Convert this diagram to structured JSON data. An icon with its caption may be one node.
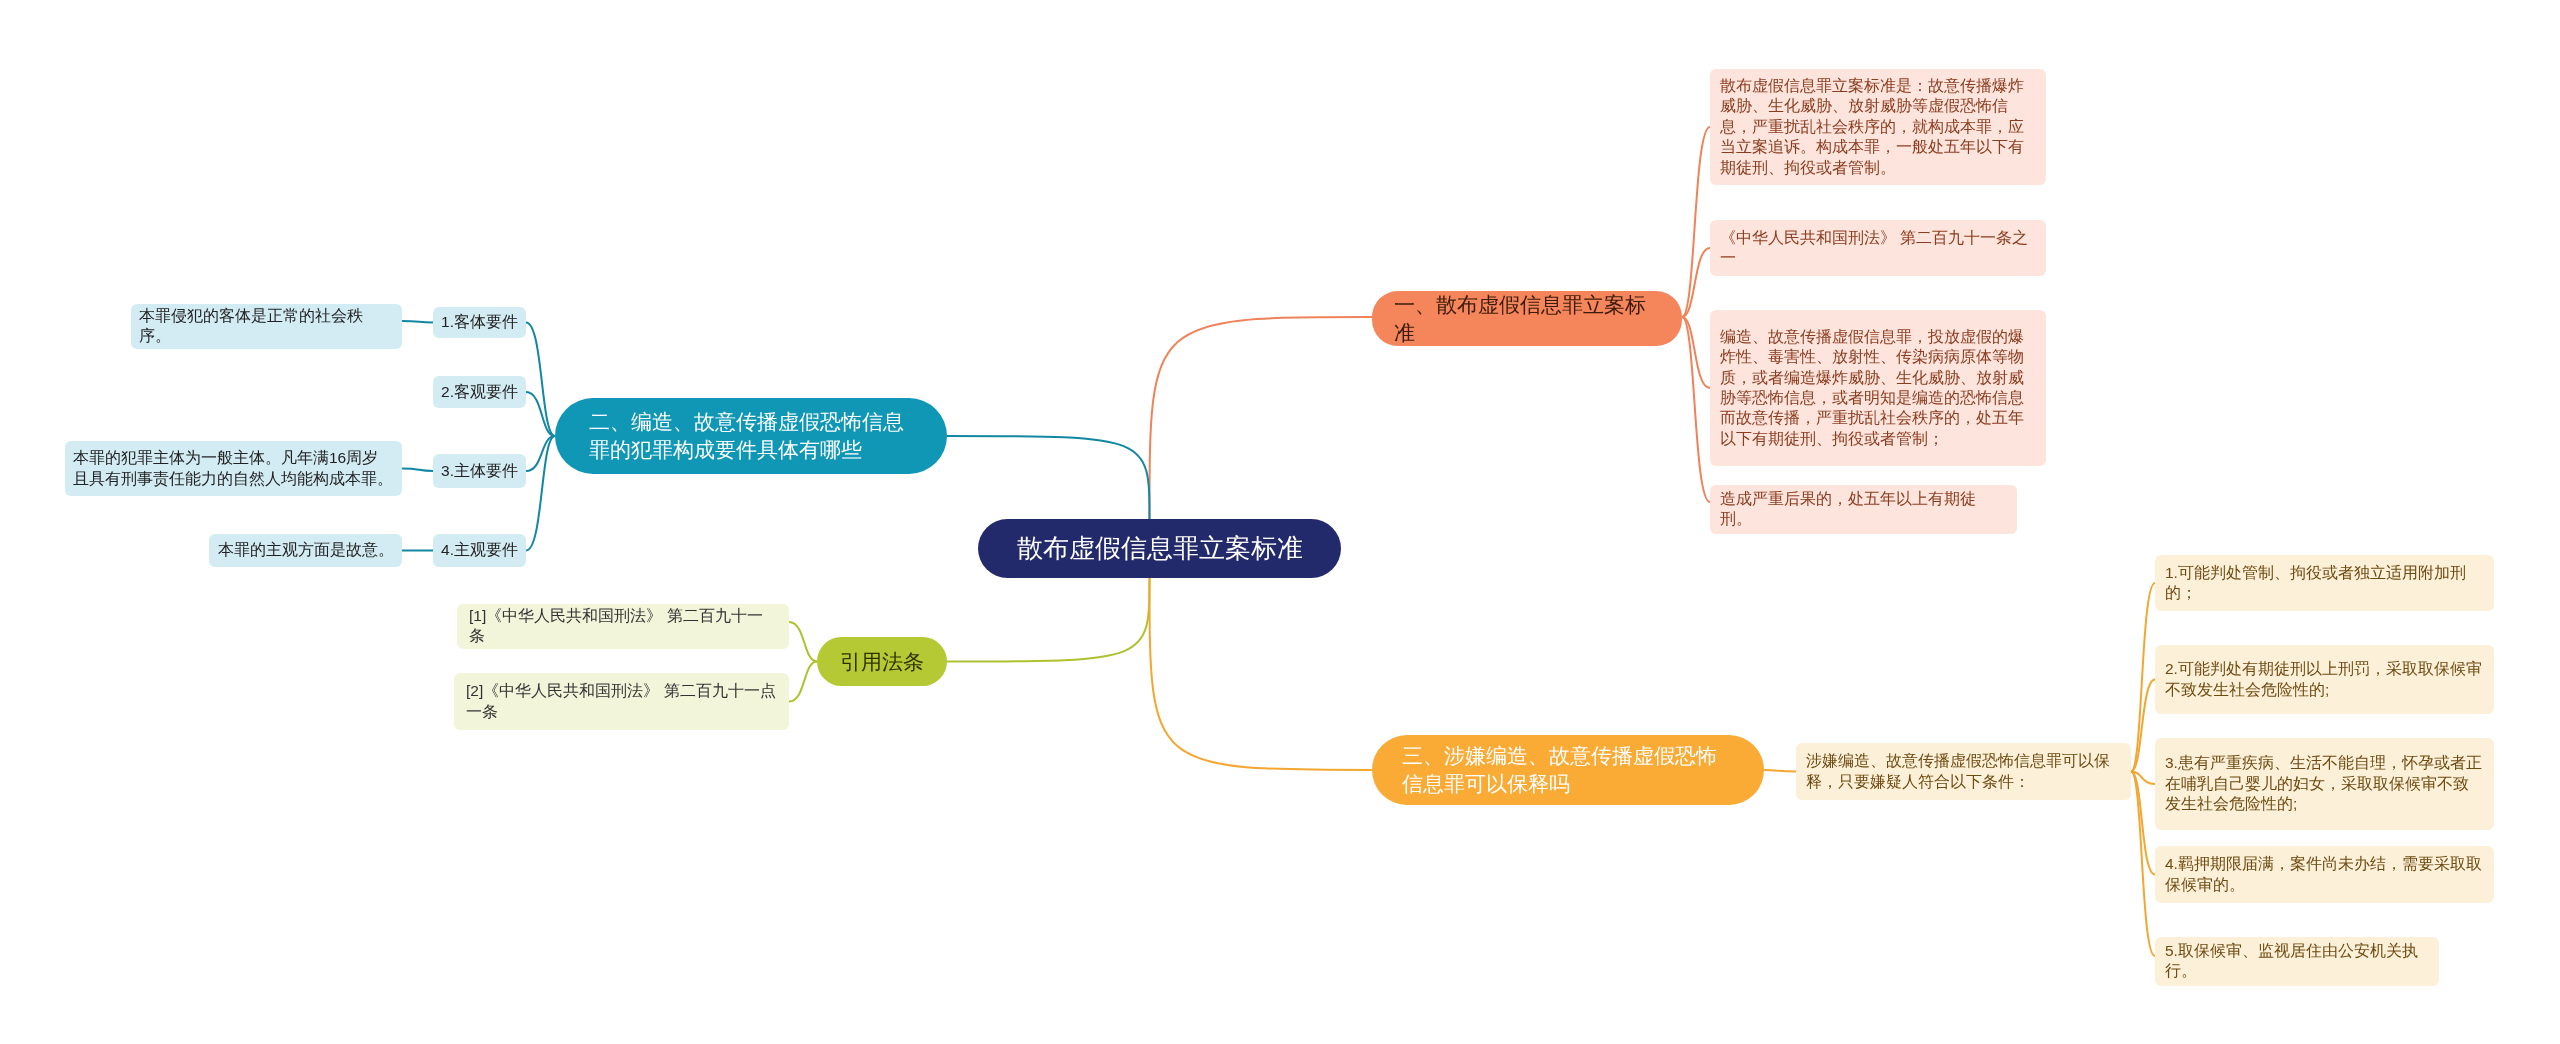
{
  "diagram": {
    "nodes": [
      {
        "text": [
          "散布虚假信息罪立案标准"
        ]
      },
      {
        "text": [
          "一、散布虚假信息罪立案标准"
        ]
      },
      {
        "text": [
          "散布虚假信息罪立案标准是：故意传播爆炸威胁、生化威胁、放射威胁等虚假恐怖信息，严重扰乱社会秩序的，就构成本罪，应当立案追诉。构成本罪，一般处五年以下有期徒刑、拘役或者管制。"
        ]
      },
      {
        "text": [
          "《中华人民共和国刑法》 第二百九十一条之一"
        ]
      },
      {
        "text": [
          "编造、故意传播虚假信息罪，投放虚假的爆炸性、毒害性、放射性、传染病病原体等物质，或者编造爆炸威胁、生化威胁、放射威胁等恐怖信息，或者明知是编造的恐怖信息而故意传播，严重扰乱社会秩序的，处五年以下有期徒刑、拘役或者管制；"
        ]
      },
      {
        "text": [
          "造成严重后果的，处五年以上有期徒刑。"
        ]
      },
      {
        "text": [
          "二、编造、故意传播虚假恐怖信息罪的犯罪构成要件具体有哪些"
        ]
      },
      {
        "text": [
          "1.客体要件"
        ]
      },
      {
        "text": [
          "本罪侵犯的客体是正常的社会秩序。"
        ]
      },
      {
        "text": [
          "2.客观要件"
        ]
      },
      {
        "text": [
          "3.主体要件"
        ]
      },
      {
        "text": [
          "本罪的犯罪主体为一般主体。凡年满16周岁且具有刑事责任能力的自然人均能构成本罪。"
        ]
      },
      {
        "text": [
          "4.主观要件"
        ]
      },
      {
        "text": [
          "本罪的主观方面是故意。"
        ]
      },
      {
        "text": [
          "引用法条"
        ]
      },
      {
        "text": [
          "[1]《中华人民共和国刑法》 第二百九十一条"
        ]
      },
      {
        "text": [
          "[2]《中华人民共和国刑法》 第二百九十一点一条"
        ]
      },
      {
        "text": [
          "三、涉嫌编造、故意传播虚假恐怖信息罪可以保释吗"
        ]
      },
      {
        "text": [
          "涉嫌编造、故意传播虚假恐怖信息罪可以保释，只要嫌疑人符合以下条件："
        ]
      },
      {
        "text": [
          "1.可能判处管制、拘役或者独立适用附加刑的；"
        ]
      },
      {
        "text": [
          "2.可能判处有期徒刑以上刑罚，采取取保候审不致发生社会危险性的;"
        ]
      },
      {
        "text": [
          "3.患有严重疾病、生活不能自理，怀孕或者正在哺乳自己婴儿的妇女，采取取保候审不致发生社会危险性的;"
        ]
      },
      {
        "text": [
          "4.羁押期限届满，案件尚未办结，需要采取取保候审的。"
        ]
      },
      {
        "text": [
          "5.取保候审、监视居住由公安机关执行。"
        ]
      }
    ],
    "edges": [
      {
        "from": 0,
        "to": 1,
        "arrow": "none",
        "color": "#f0825a"
      },
      {
        "from": 1,
        "to": 2,
        "arrow": "none",
        "color": "#f0825a"
      },
      {
        "from": 1,
        "to": 3,
        "arrow": "none",
        "color": "#f0825a"
      },
      {
        "from": 1,
        "to": 4,
        "arrow": "none",
        "color": "#f0825a"
      },
      {
        "from": 1,
        "to": 5,
        "arrow": "none",
        "color": "#f0825a"
      },
      {
        "from": 0,
        "to": 6,
        "arrow": "none",
        "color": "#1287a3"
      },
      {
        "from": 6,
        "to": 7,
        "arrow": "none",
        "color": "#1287a3"
      },
      {
        "from": 7,
        "to": 8,
        "arrow": "none",
        "color": "#1287a3"
      },
      {
        "from": 6,
        "to": 9,
        "arrow": "none",
        "color": "#1287a3"
      },
      {
        "from": 6,
        "to": 10,
        "arrow": "none",
        "color": "#1287a3"
      },
      {
        "from": 10,
        "to": 11,
        "arrow": "none",
        "color": "#1287a3"
      },
      {
        "from": 6,
        "to": 12,
        "arrow": "none",
        "color": "#1287a3"
      },
      {
        "from": 12,
        "to": 13,
        "arrow": "none",
        "color": "#1287a3"
      },
      {
        "from": 0,
        "to": 14,
        "arrow": "none",
        "color": "#aec12e"
      },
      {
        "from": 14,
        "to": 15,
        "arrow": "none",
        "color": "#aec12e"
      },
      {
        "from": 14,
        "to": 16,
        "arrow": "none",
        "color": "#aec12e"
      },
      {
        "from": 0,
        "to": 17,
        "arrow": "none",
        "color": "#f3a630"
      },
      {
        "from": 17,
        "to": 18,
        "arrow": "none",
        "color": "#f3a630"
      },
      {
        "from": 18,
        "to": 19,
        "arrow": "none",
        "color": "#f3a630"
      },
      {
        "from": 18,
        "to": 20,
        "arrow": "none",
        "color": "#f3a630"
      },
      {
        "from": 18,
        "to": 21,
        "arrow": "none",
        "color": "#f3a630"
      },
      {
        "from": 18,
        "to": 22,
        "arrow": "none",
        "color": "#f3a630"
      },
      {
        "from": 18,
        "to": 23,
        "arrow": "none",
        "color": "#f3a630"
      }
    ]
  }
}
